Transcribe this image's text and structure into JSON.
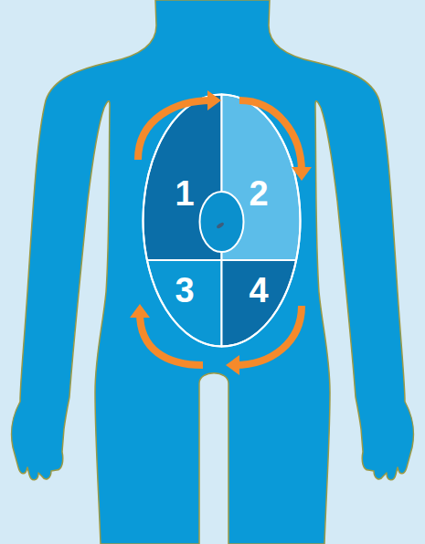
{
  "diagram": {
    "nodes": [
      {
        "text": [
          "1"
        ]
      },
      {
        "text": [
          "2"
        ]
      },
      {
        "text": [
          "3"
        ]
      },
      {
        "text": [
          "4"
        ]
      }
    ],
    "edges": [
      {
        "from": 0,
        "to": 1,
        "arrow": "to"
      },
      {
        "from": 1,
        "to": 3,
        "arrow": "to"
      },
      {
        "from": 3,
        "to": 2,
        "arrow": "to"
      },
      {
        "from": 2,
        "to": 0,
        "arrow": "to"
      }
    ]
  }
}
